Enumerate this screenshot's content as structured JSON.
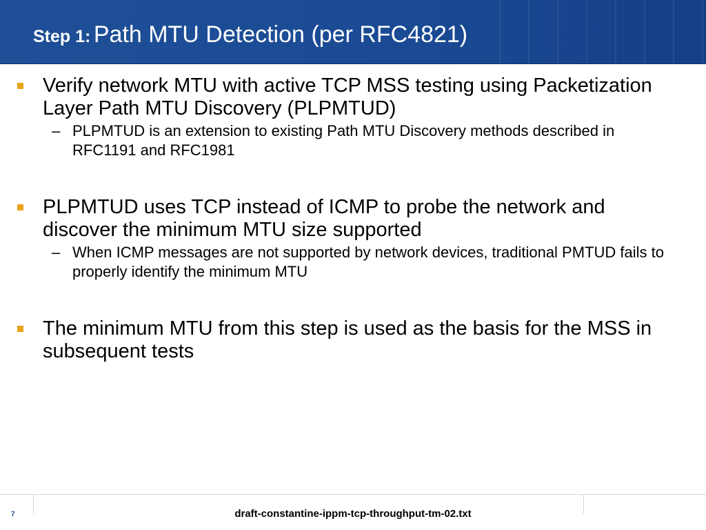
{
  "slide": {
    "title_prefix": "Step 1:",
    "title_main": "Path MTU Detection (per RFC4821)",
    "bullets": [
      {
        "text": "Verify network MTU with active TCP MSS testing using Packetization Layer Path MTU Discovery (PLPMTUD)",
        "sub": "PLPMTUD is an extension to existing Path MTU Discovery methods described in RFC1191 and RFC1981"
      },
      {
        "text": "PLPMTUD uses TCP instead of ICMP to probe the network and discover the minimum MTU size supported",
        "sub": "When ICMP messages are not supported by network devices, traditional PMTUD fails to properly identify the minimum MTU"
      },
      {
        "text": "The minimum MTU from this step is used as the basis for the MSS in subsequent tests"
      }
    ],
    "sub_marker": "–",
    "page_number": "7",
    "footer": "draft-constantine-ippm-tcp-throughput-tm-02.txt"
  },
  "colors": {
    "header": "#1a4a94",
    "bullet": "#e8a317"
  }
}
